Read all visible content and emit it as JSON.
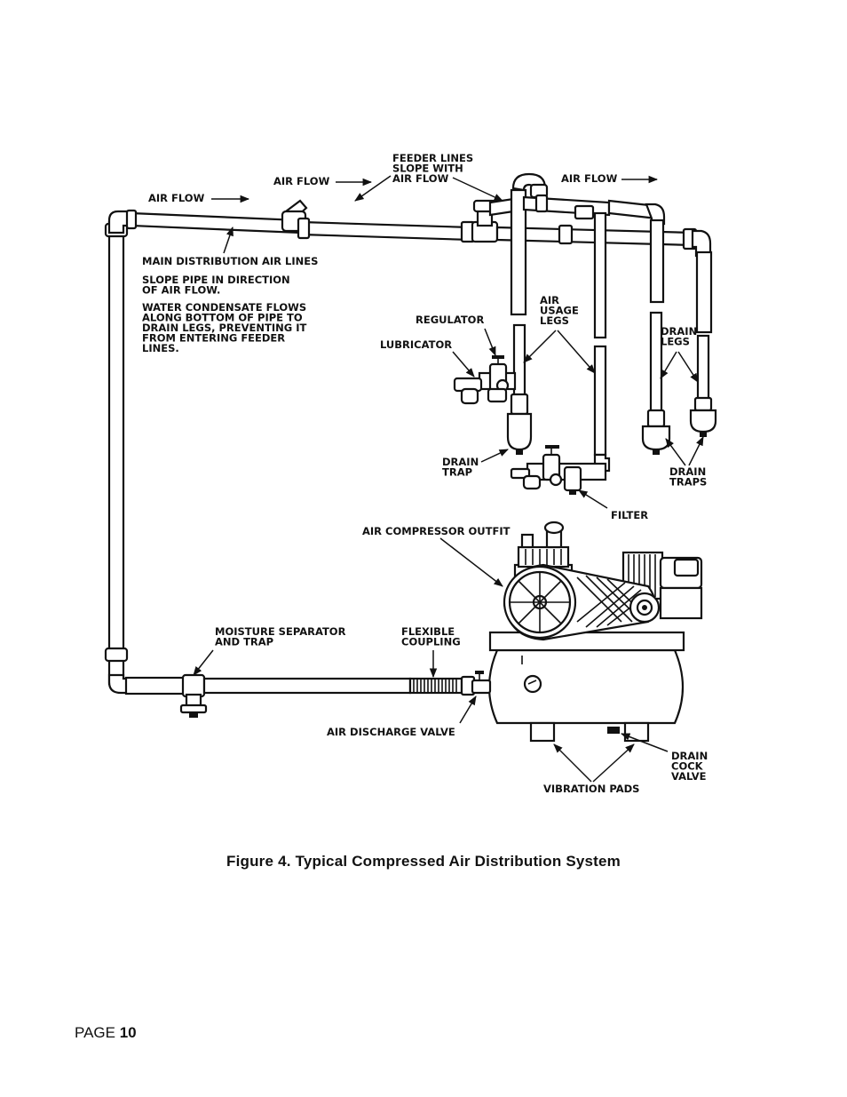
{
  "labels": {
    "feeder_lines": [
      "FEEDER LINES",
      "SLOPE WITH",
      "AIR FLOW"
    ],
    "air_flow": "AIR FLOW",
    "main_lines": "MAIN DISTRIBUTION AIR LINES",
    "slope_note": [
      "SLOPE PIPE IN DIRECTION",
      "OF AIR FLOW."
    ],
    "condensate_note": [
      "WATER CONDENSATE FLOWS",
      "ALONG BOTTOM OF PIPE TO",
      "DRAIN LEGS, PREVENTING IT",
      "FROM ENTERING FEEDER",
      "LINES."
    ],
    "regulator": "REGULATOR",
    "lubricator": "LUBRICATOR",
    "air_usage_legs": [
      "AIR",
      "USAGE",
      "LEGS"
    ],
    "drain_legs": [
      "DRAIN",
      "LEGS"
    ],
    "drain_trap": [
      "DRAIN",
      "TRAP"
    ],
    "drain_traps": [
      "DRAIN",
      "TRAPS"
    ],
    "filter": "FILTER",
    "compressor_outfit": "AIR COMPRESSOR OUTFIT",
    "moisture_separator": [
      "MOISTURE SEPARATOR",
      "AND TRAP"
    ],
    "flexible_coupling": [
      "FLEXIBLE",
      "COUPLING"
    ],
    "discharge_valve": "AIR DISCHARGE VALVE",
    "drain_cock": [
      "DRAIN",
      "COCK",
      "VALVE"
    ],
    "vibration_pads": "VIBRATION PADS"
  },
  "caption": "Figure 4. Typical Compressed Air Distribution System",
  "footer": {
    "prefix": "PAGE",
    "number": "10"
  }
}
